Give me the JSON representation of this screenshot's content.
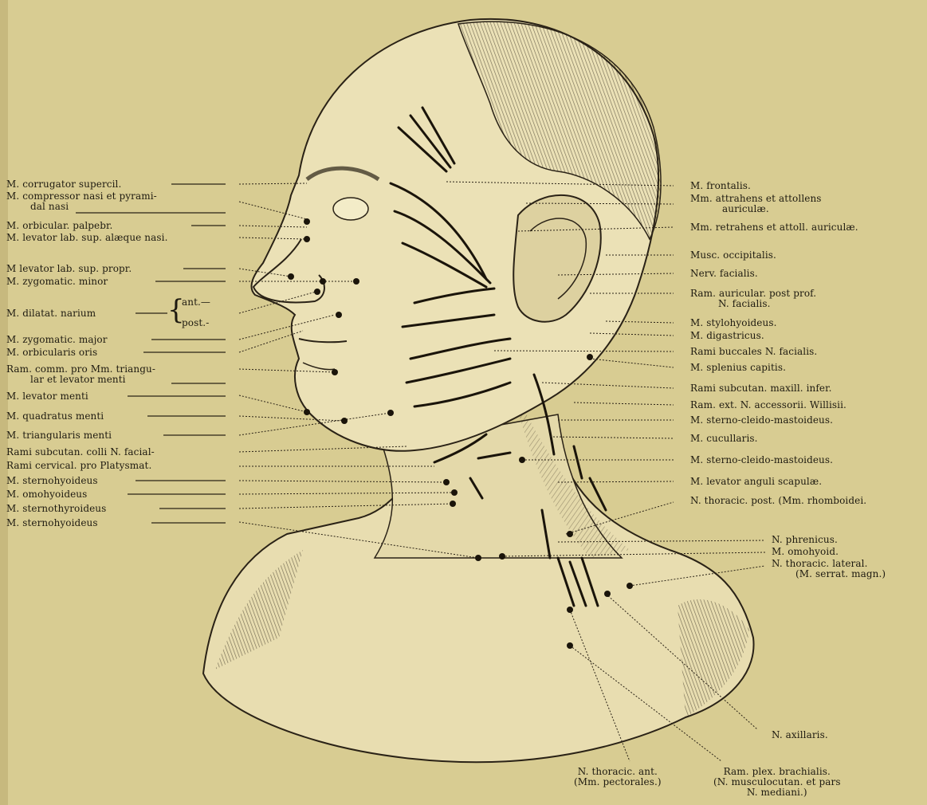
{
  "left_labels": [
    {
      "id": "corrugator",
      "lines": [
        "M. corrugator supercil."
      ]
    },
    {
      "id": "compressor",
      "lines": [
        "M. compressor nasi et pyrami-",
        "dal nasi"
      ]
    },
    {
      "id": "orbicular-palpebr",
      "lines": [
        "M. orbicular. palpebr."
      ]
    },
    {
      "id": "levator-alaeque",
      "lines": [
        "M. levator lab. sup. alæque nasi."
      ]
    },
    {
      "id": "levator-propr",
      "lines": [
        "M levator lab. sup. propr."
      ]
    },
    {
      "id": "zygomatic-minor",
      "lines": [
        "M. zygomatic. minor"
      ]
    },
    {
      "id": "dilatat-narium",
      "lines": [
        "M. dilatat. narium"
      ]
    },
    {
      "id": "zygomatic-major",
      "lines": [
        "M. zygomatic. major"
      ]
    },
    {
      "id": "orbicularis-oris",
      "lines": [
        "M. orbicularis oris"
      ]
    },
    {
      "id": "ram-comm",
      "lines": [
        "Ram. comm. pro Mm. triangu-",
        "lar et levator menti"
      ]
    },
    {
      "id": "levator-menti",
      "lines": [
        "M. levator menti"
      ]
    },
    {
      "id": "quadratus-menti",
      "lines": [
        "M. quadratus menti"
      ]
    },
    {
      "id": "triangularis-menti",
      "lines": [
        "M. triangularis menti"
      ]
    },
    {
      "id": "rami-subcutan-colli",
      "lines": [
        "Rami subcutan. colli N. facial-"
      ]
    },
    {
      "id": "rami-cervical",
      "lines": [
        "Rami cervical. pro Platysmat."
      ]
    },
    {
      "id": "sternohyoideus-1",
      "lines": [
        "M. sternohyoideus"
      ]
    },
    {
      "id": "omohyoideus",
      "lines": [
        "M. omohyoideus"
      ]
    },
    {
      "id": "sternothyroideus",
      "lines": [
        "M. sternothyroideus"
      ]
    },
    {
      "id": "sternohyoideus-2",
      "lines": [
        "M. sternohyoideus"
      ]
    }
  ],
  "dilatat_parts": {
    "ant": "ant.—",
    "post": "post.-"
  },
  "right_labels": [
    {
      "id": "frontalis",
      "lines": [
        "M. frontalis."
      ]
    },
    {
      "id": "attrahens",
      "lines": [
        "Mm. attrahens et attollens",
        "auriculæ."
      ]
    },
    {
      "id": "retrahens",
      "lines": [
        "Mm. retrahens et attoll. auriculæ."
      ]
    },
    {
      "id": "occipitalis",
      "lines": [
        "Musc. occipitalis."
      ]
    },
    {
      "id": "nerv-facialis",
      "lines": [
        "Nerv. facialis."
      ]
    },
    {
      "id": "ram-auricular",
      "lines": [
        "Ram. auricular. post prof.",
        "N. facialis."
      ]
    },
    {
      "id": "stylohyoideus",
      "lines": [
        "M. stylohyoideus."
      ]
    },
    {
      "id": "digastricus",
      "lines": [
        "M. digastricus."
      ]
    },
    {
      "id": "rami-buccales",
      "lines": [
        "Rami buccales N. facialis."
      ]
    },
    {
      "id": "splenius",
      "lines": [
        "M. splenius capitis."
      ]
    },
    {
      "id": "rami-subcutan-maxill",
      "lines": [
        "Rami subcutan. maxill. infer."
      ]
    },
    {
      "id": "ram-ext-accessorii",
      "lines": [
        "Ram. ext. N. accessorii. Willisii."
      ]
    },
    {
      "id": "scm-1",
      "lines": [
        "M. sterno-cleido-mastoideus."
      ]
    },
    {
      "id": "cucullaris",
      "lines": [
        "M. cucullaris."
      ]
    },
    {
      "id": "scm-2",
      "lines": [
        "M. sterno-cleido-mastoideus."
      ]
    },
    {
      "id": "levator-scapulae",
      "lines": [
        "M. levator anguli scapulæ."
      ]
    },
    {
      "id": "thoracic-post",
      "lines": [
        "N. thoracic. post. (Mm. rhomboidei."
      ]
    },
    {
      "id": "phrenicus",
      "lines": [
        "N. phrenicus."
      ]
    },
    {
      "id": "omohyoid",
      "lines": [
        "M. omohyoid."
      ]
    },
    {
      "id": "thoracic-lateral",
      "lines": [
        "N. thoracic. lateral.",
        "(M. serrat. magn.)"
      ]
    }
  ],
  "bottom_labels": [
    {
      "id": "axillaris",
      "lines": [
        "N. axillaris."
      ]
    },
    {
      "id": "thoracic-ant",
      "lines": [
        "N. thoracic. ant.",
        "(Mm. pectorales.)"
      ]
    },
    {
      "id": "plex-brachialis",
      "lines": [
        "Ram. plex. brachialis.",
        "(N. musculocutan. et pars",
        "N. mediani.)"
      ]
    }
  ]
}
